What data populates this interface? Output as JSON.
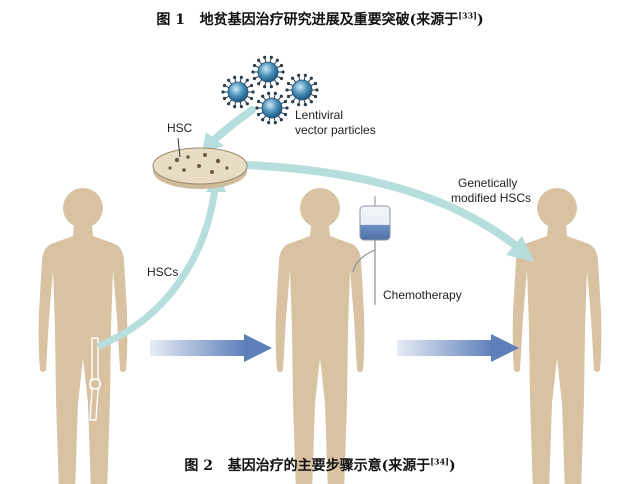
{
  "figure1": {
    "prefix": "图 1",
    "title": "地贫基因治疗研究进展及重要突破(来源于",
    "ref": "[33]",
    "suffix": ")"
  },
  "figure2": {
    "prefix": "图 2",
    "title": "基因治疗的主要步骤示意(来源于",
    "ref": "[34]",
    "suffix": ")"
  },
  "labels": {
    "hsc": "HSC",
    "lentiviral": "Lentiviral",
    "vector_particles": "vector particles",
    "genetically": "Genetically",
    "modified_hscs": "modified HSCs",
    "hscs": "HSCs",
    "chemotherapy": "Chemotherapy"
  },
  "colors": {
    "body": "#d8c2a2",
    "virus": "#4a90b8",
    "teal_arrow": "#b5dedd",
    "blue_arrow": "#6f8ec2",
    "dish": "#e9dcc4"
  }
}
